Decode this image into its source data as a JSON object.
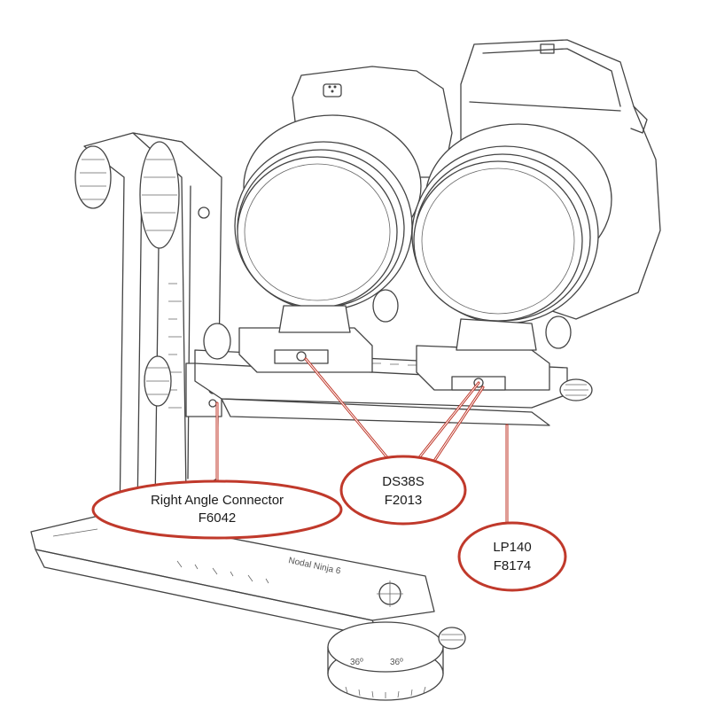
{
  "callouts": [
    {
      "id": "right-angle-connector",
      "line1": "Right Angle Connector",
      "line2": "F6042"
    },
    {
      "id": "ds38s",
      "line1": "DS38S",
      "line2": "F2013"
    },
    {
      "id": "lp140",
      "line1": "LP140",
      "line2": "F8174"
    }
  ],
  "engravings": {
    "rail_brand": "Nodal Ninja 6",
    "base_mark_left": "36º",
    "base_mark_right": "36º"
  },
  "colors": {
    "callout_outline": "#c0392b",
    "line_art": "#444444",
    "background": "#ffffff"
  }
}
